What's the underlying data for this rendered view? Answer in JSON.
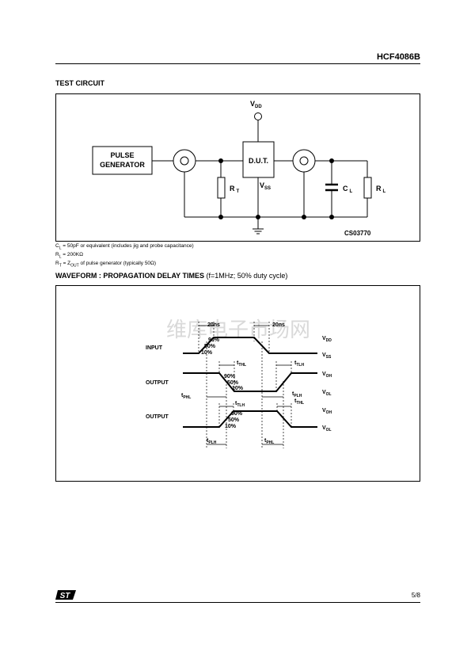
{
  "header": {
    "part_number": "HCF4086B"
  },
  "test_circuit": {
    "section_title": "TEST CIRCUIT",
    "pulse_generator": [
      "PULSE",
      "GENERATOR"
    ],
    "dut": "D.U.T.",
    "vdd": {
      "main": "V",
      "sub": "DD"
    },
    "vss": {
      "main": "V",
      "sub": "SS"
    },
    "rt": {
      "main": "R",
      "sub": "T"
    },
    "cl": {
      "main": "C",
      "sub": "L"
    },
    "rl": {
      "main": "R",
      "sub": "L"
    },
    "drawing_code": "CS03770",
    "notes": [
      {
        "sym": "C",
        "sub": "L",
        "text": " = 50pF or equivalent (includes jig and probe capacitance)"
      },
      {
        "sym": "R",
        "sub": "L",
        "text": " = 200KΩ"
      },
      {
        "sym": "R",
        "sub": "T",
        "text": " = Z",
        "sub2": "OUT",
        "text2": " of pulse generator (typically 50Ω)"
      }
    ]
  },
  "waveform": {
    "section_title": "WAVEFORM : PROPAGATION DELAY TIMES",
    "section_subtitle": "(f=1MHz; 50% duty cycle)",
    "watermark": "维库电子市场网",
    "time_20ns_left": "20ns",
    "time_20ns_right": "20ns",
    "input_label": "INPUT",
    "output1_label": "OUTPUT",
    "output2_label": "OUTPUT",
    "p90": "90%",
    "p50": "50%",
    "p10": "10%",
    "vdd": {
      "main": "V",
      "sub": "DD"
    },
    "vss": {
      "main": "V",
      "sub": "SS"
    },
    "voh1": {
      "main": "V",
      "sub": "OH"
    },
    "vol1": {
      "main": "V",
      "sub": "OL"
    },
    "voh2": {
      "main": "V",
      "sub": "OH"
    },
    "vol2": {
      "main": "V",
      "sub": "OL"
    },
    "t_thl_1": {
      "main": "t",
      "sub": "THL"
    },
    "t_tlh_1": {
      "main": "t",
      "sub": "TLH"
    },
    "t_phl_1": {
      "main": "t",
      "sub": "PHL"
    },
    "t_plh_1": {
      "main": "t",
      "sub": "PLH"
    },
    "t_tlh_2": {
      "main": "t",
      "sub": "TLH"
    },
    "t_thl_2": {
      "main": "t",
      "sub": "THL"
    },
    "t_plh_2": {
      "main": "t",
      "sub": "PLH"
    },
    "t_phl_2": {
      "main": "t",
      "sub": "PHL"
    }
  },
  "footer": {
    "page": "5/8",
    "logo": "ST"
  },
  "colors": {
    "ink": "#000000",
    "watermark": "#d9d9d9"
  }
}
